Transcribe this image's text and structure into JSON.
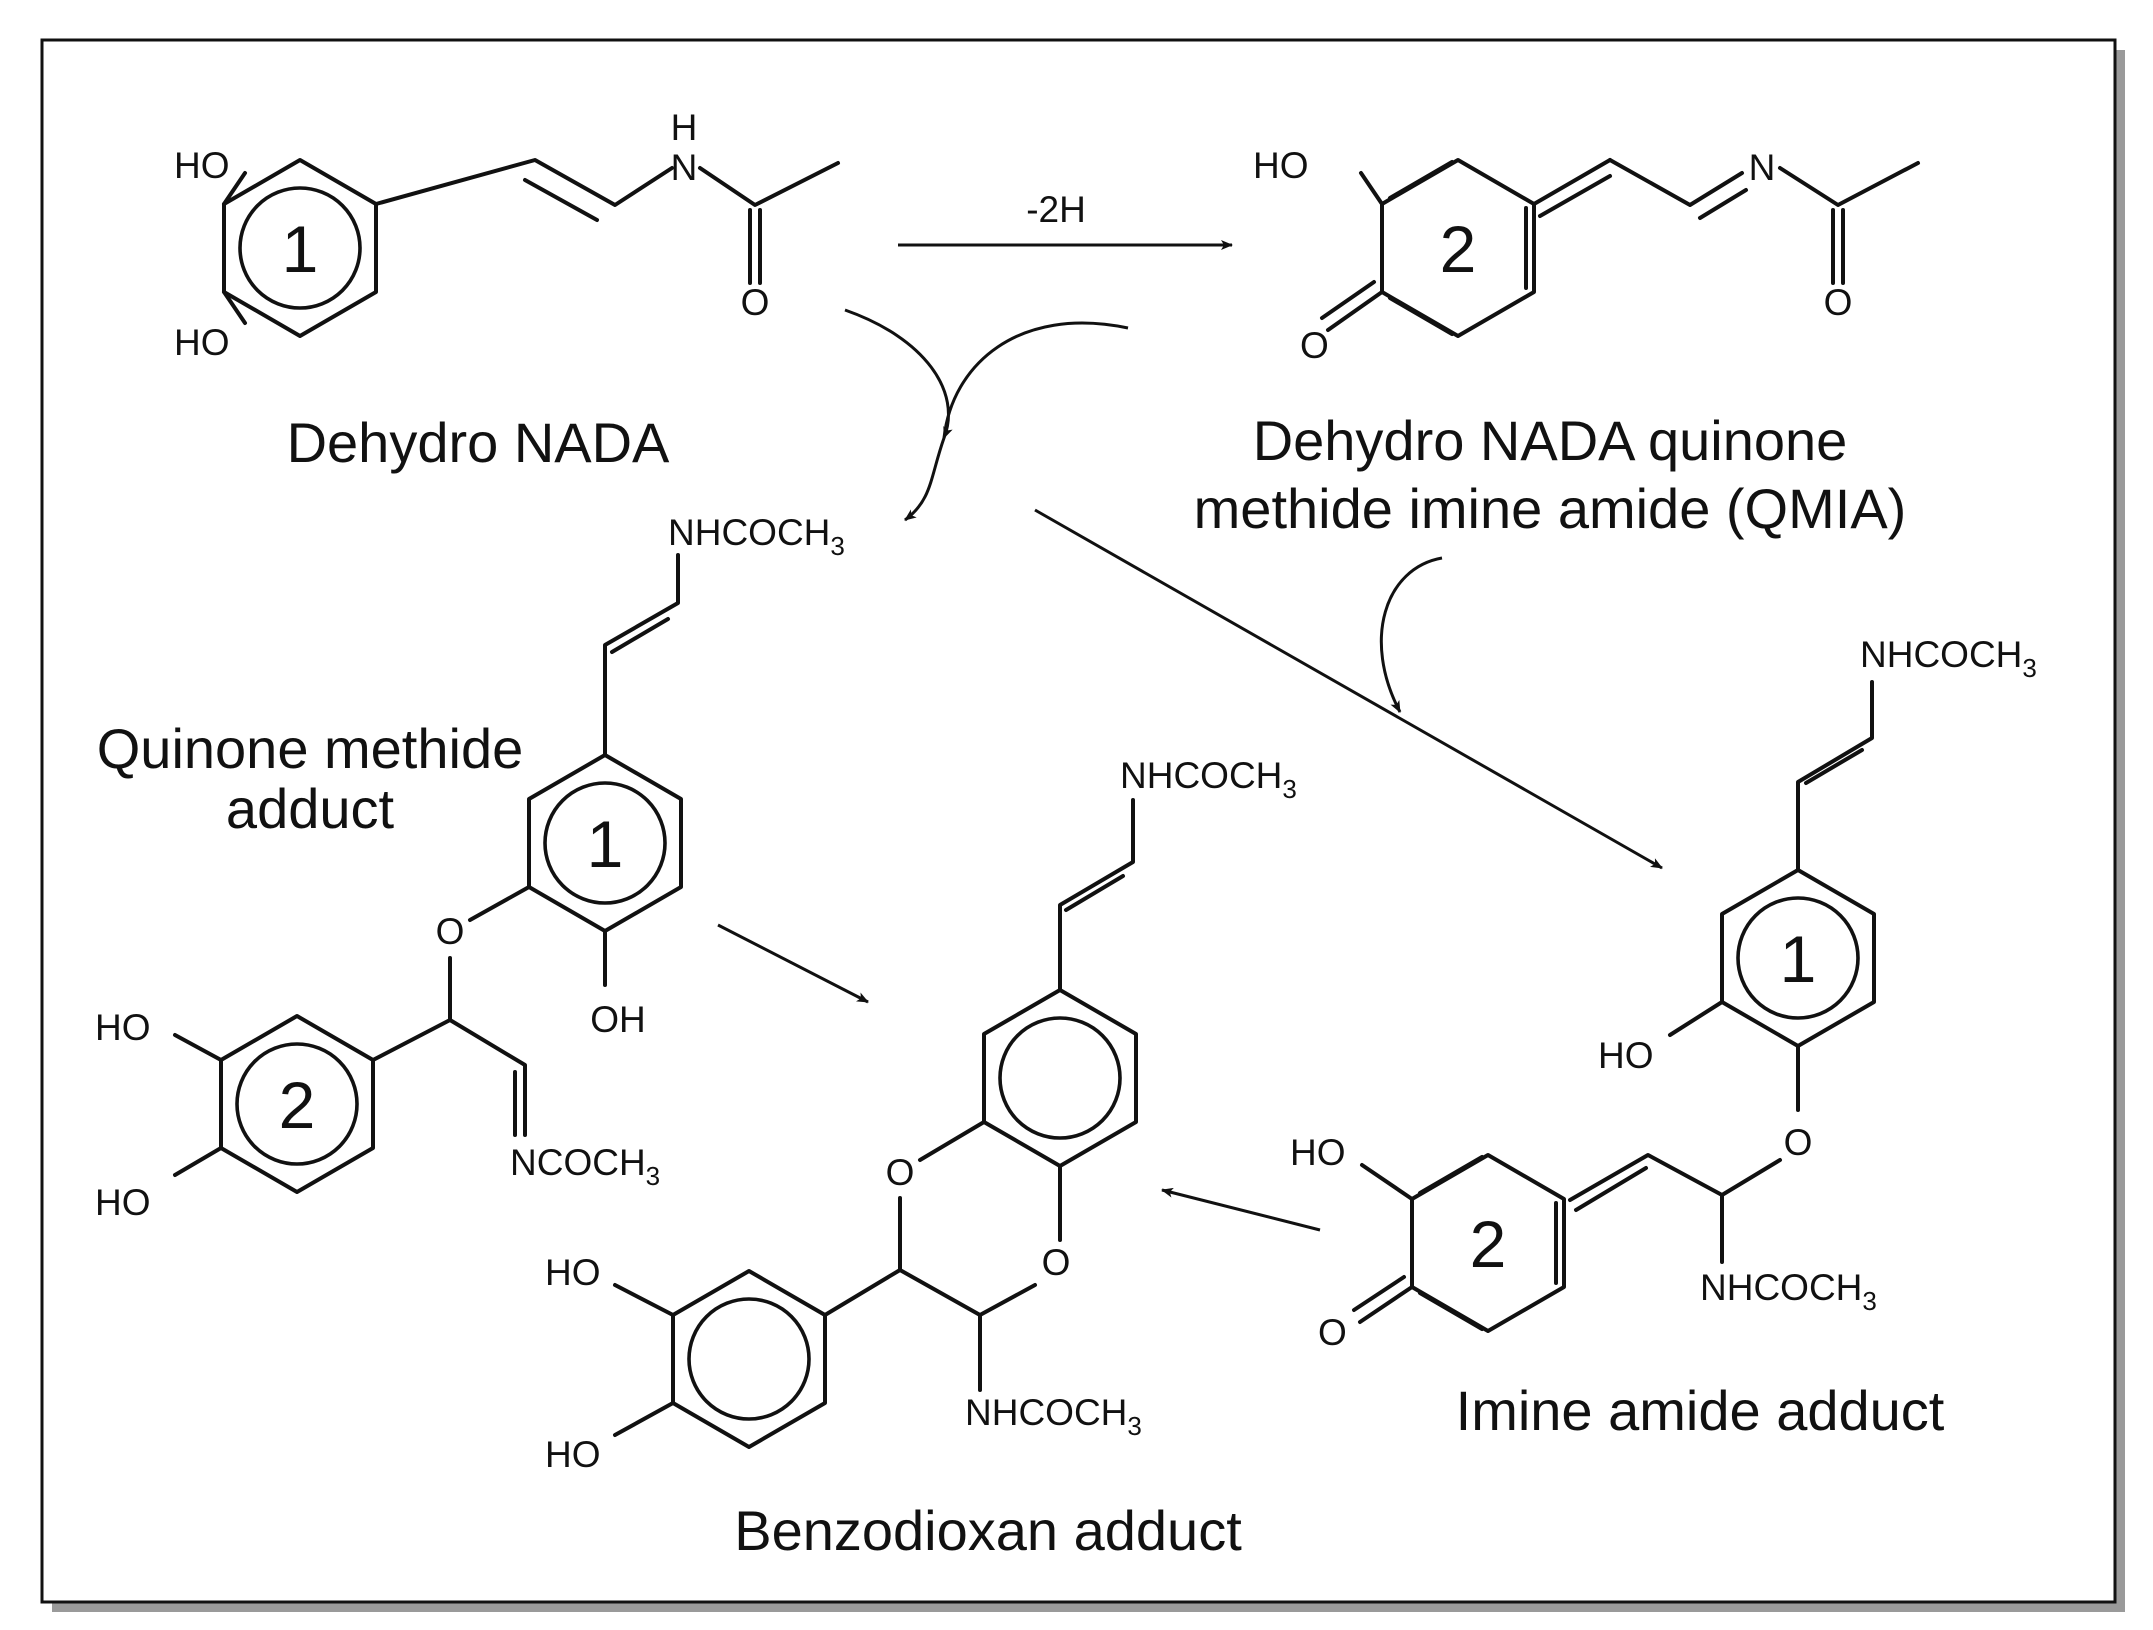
{
  "labels": {
    "dehydro_nada": "Dehydro NADA",
    "qmia_line1": "Dehydro NADA quinone",
    "qmia_line2": "methide imine amide (QMIA)",
    "quinone_adduct_line1": "Quinone methide",
    "quinone_adduct_line2": "adduct",
    "imine_adduct": "Imine amide adduct",
    "benzodioxan_adduct": "Benzodioxan adduct",
    "reaction_label": "-2H"
  },
  "atoms": {
    "HO": "HO",
    "OH": "OH",
    "O": "O",
    "N": "N",
    "H": "H",
    "NHCOCH": "NHCOCH",
    "NCOCH": "NCOCH",
    "sub3": "3"
  },
  "ring_numbers": {
    "one": "1",
    "two": "2"
  }
}
